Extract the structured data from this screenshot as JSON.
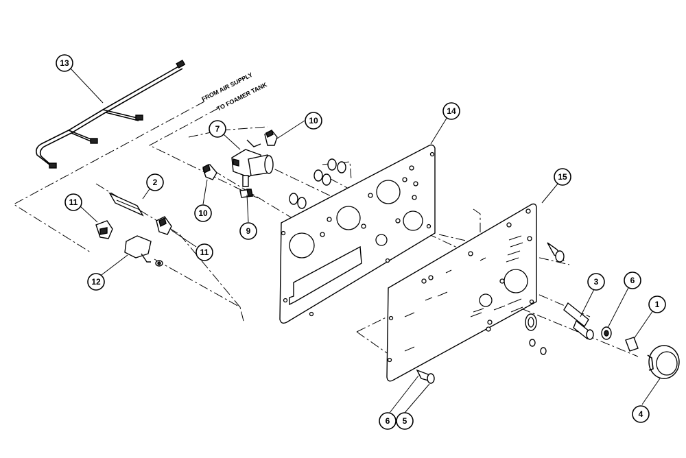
{
  "notes": {
    "air_supply_line1": "FROM AIR SUPPLY",
    "air_supply_line2": "TO FOAMER TANK"
  },
  "callouts": [
    {
      "id": "c13",
      "label": "13"
    },
    {
      "id": "c14",
      "label": "14"
    },
    {
      "id": "c15",
      "label": "15"
    },
    {
      "id": "c10a",
      "label": "10"
    },
    {
      "id": "c7",
      "label": "7"
    },
    {
      "id": "c2",
      "label": "2"
    },
    {
      "id": "c10b",
      "label": "10"
    },
    {
      "id": "c9",
      "label": "9"
    },
    {
      "id": "c11a",
      "label": "11"
    },
    {
      "id": "c11b",
      "label": "11"
    },
    {
      "id": "c12",
      "label": "12"
    },
    {
      "id": "c3",
      "label": "3"
    },
    {
      "id": "c6a",
      "label": "6"
    },
    {
      "id": "c1",
      "label": "1"
    },
    {
      "id": "c4",
      "label": "4"
    },
    {
      "id": "c6b",
      "label": "6"
    },
    {
      "id": "c5",
      "label": "5"
    }
  ]
}
